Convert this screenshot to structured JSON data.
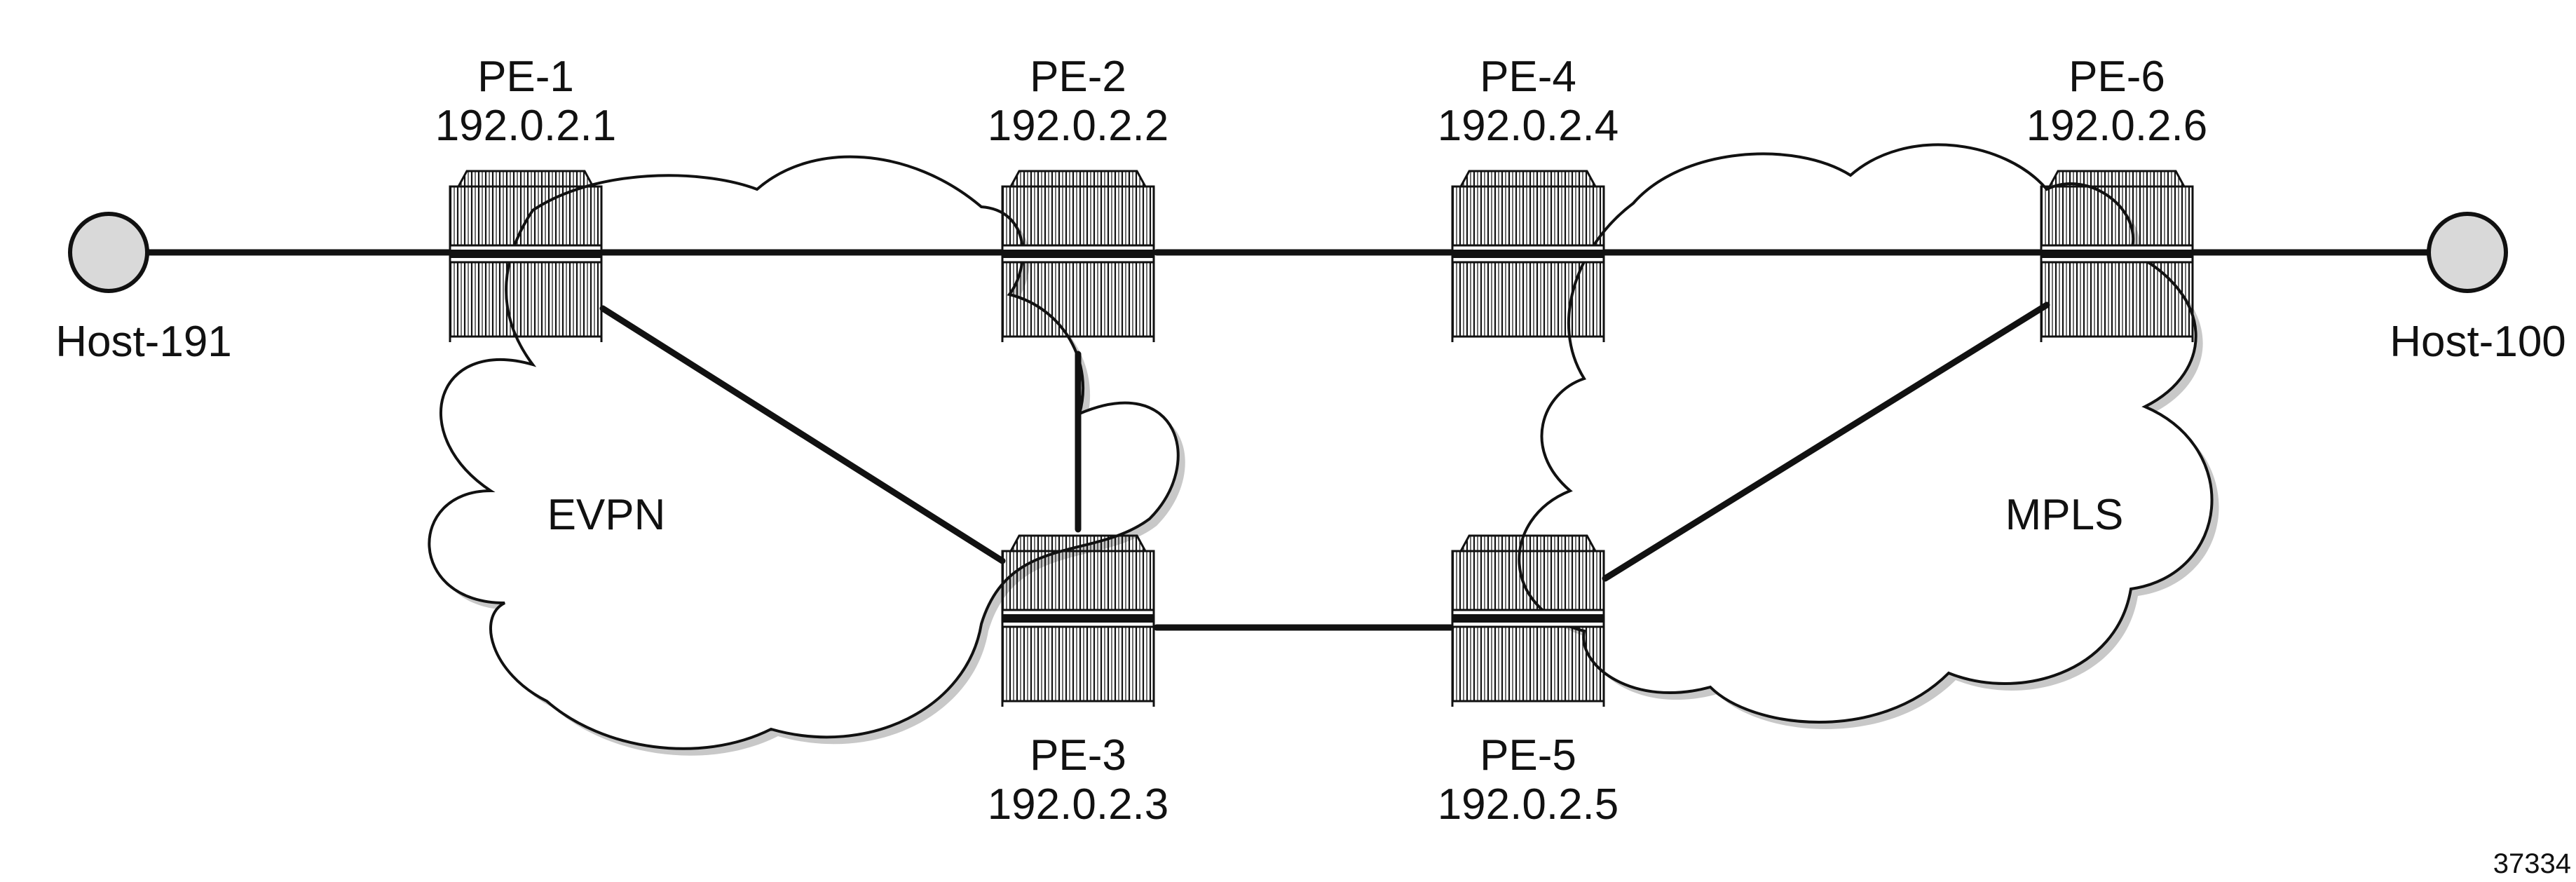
{
  "nodes": {
    "pe1": {
      "name": "PE-1",
      "ip": "192.0.2.1"
    },
    "pe2": {
      "name": "PE-2",
      "ip": "192.0.2.2"
    },
    "pe3": {
      "name": "PE-3",
      "ip": "192.0.2.3"
    },
    "pe4": {
      "name": "PE-4",
      "ip": "192.0.2.4"
    },
    "pe5": {
      "name": "PE-5",
      "ip": "192.0.2.5"
    },
    "pe6": {
      "name": "PE-6",
      "ip": "192.0.2.6"
    }
  },
  "hosts": {
    "left": {
      "name": "Host-191"
    },
    "right": {
      "name": "Host-100"
    }
  },
  "clouds": {
    "left": {
      "label": "EVPN"
    },
    "right": {
      "label": "MPLS"
    }
  },
  "figure_id": "37334",
  "colors": {
    "line": "#111111",
    "host_fill": "#d9d9d9",
    "cloud_shadow": "#c8c8c8",
    "router_stroke": "#111111"
  }
}
